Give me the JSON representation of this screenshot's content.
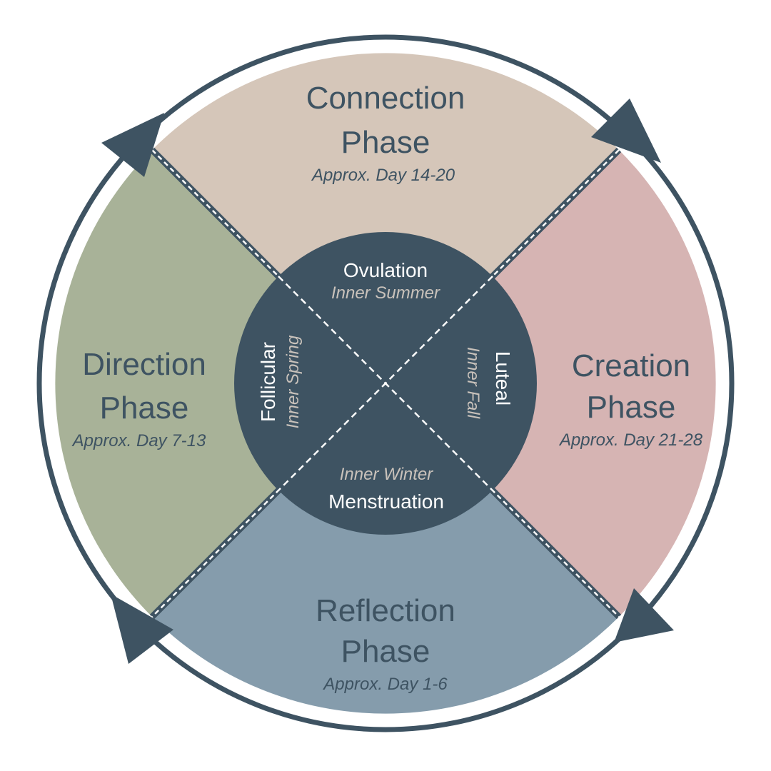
{
  "colors": {
    "connection": "#d5c6b9",
    "creation": "#d6b4b3",
    "reflection": "#859cac",
    "direction": "#a8b298",
    "dark": "#3e5362",
    "divider": "#ffffff",
    "inner_sub": "#c9c2bb"
  },
  "phases": {
    "connection": {
      "line1": "Connection",
      "line2": "Phase",
      "days": "Approx. Day 14-20"
    },
    "creation": {
      "line1": "Creation",
      "line2": "Phase",
      "days": "Approx. Day 21-28"
    },
    "reflection": {
      "line1": "Reflection",
      "line2": "Phase",
      "days": "Approx. Day 1-6"
    },
    "direction": {
      "line1": "Direction",
      "line2": "Phase",
      "days": "Approx. Day 7-13"
    }
  },
  "inner": {
    "ovulation": {
      "title": "Ovulation",
      "season": "Inner Summer"
    },
    "luteal": {
      "title": "Luteal",
      "season": "Inner Fall"
    },
    "menstruation": {
      "title": "Menstruation",
      "season": "Inner Winter"
    },
    "follicular": {
      "title": "Follicular",
      "season": "Inner Spring"
    }
  },
  "icons": [
    "cycle-arrow-icon"
  ]
}
